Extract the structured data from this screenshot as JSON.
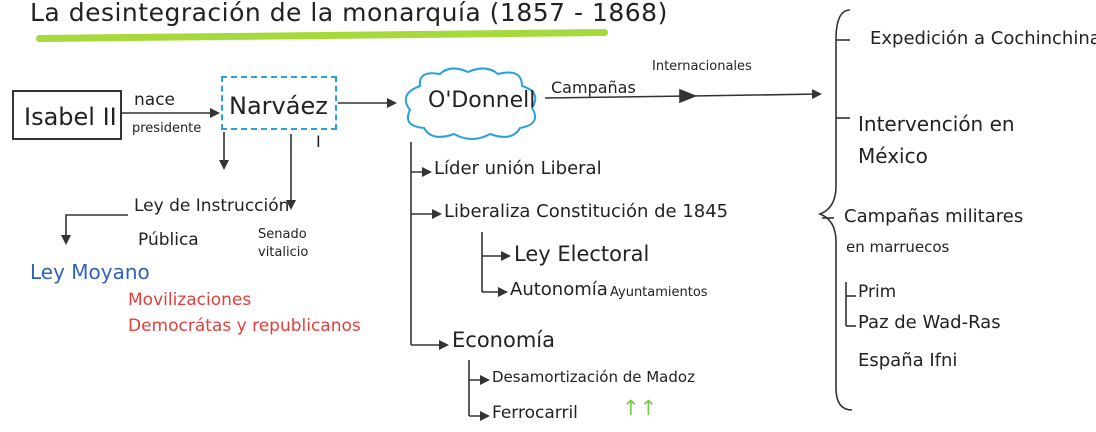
{
  "title": "La desintegración de la monarquía (1857 - 1868)",
  "nodes": {
    "isabel": "Isabel II",
    "narvaez": "Narváez",
    "odonnell": "O'Donnell"
  },
  "edges": {
    "isabel_narvaez_top": "nace",
    "isabel_narvaez_bottom": "presidente",
    "narvaez_mark": "I",
    "campanas": "Campañas",
    "internacionales": "Internacionales"
  },
  "narvaez_branch": {
    "ley_instruccion": "Ley de Instrucción",
    "publica": "Pública",
    "senado": "Senado",
    "vitalicio": "vitalicio",
    "ley_moyano": "Ley Moyano",
    "movilizaciones": "Movilizaciones",
    "demo_repub": "Democrátas y republicanos"
  },
  "odonnell_branch": {
    "lider": "Líder unión Liberal",
    "liberaliza": "Liberaliza Constitución de 1845",
    "ley_electoral": "Ley Electoral",
    "autonomia": "Autonomía",
    "ayuntamientos": "Ayuntamientos",
    "economia": "Economía",
    "desamortizacion": "Desamortización de Madoz",
    "ferrocarril": "Ferrocarril",
    "growth_arrows": "↑↑"
  },
  "campaigns": {
    "cochinchina": "Expedición a Cochinchina",
    "intervencion": "Intervención en",
    "mexico": "México",
    "militares": "Campañas militares",
    "marruecos": "en marruecos",
    "prim": "Prim",
    "paz": "Paz de Wad-Ras",
    "espana": "España Ifni"
  }
}
